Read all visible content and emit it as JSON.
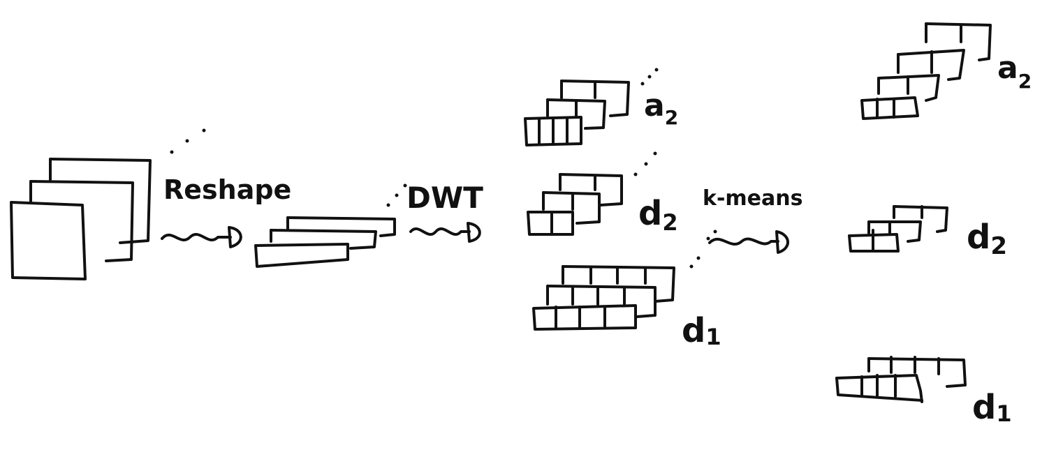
{
  "labels": {
    "reshape": "Reshape",
    "dwt": "DWT",
    "kmeans": "k-means"
  },
  "coeff_labels": [
    {
      "letter": "a",
      "index": "2"
    },
    {
      "letter": "d",
      "index": "2"
    },
    {
      "letter": "d",
      "index": "1"
    }
  ],
  "cluster_labels": [
    {
      "letter": "a",
      "index": "2"
    },
    {
      "letter": "d",
      "index": "2"
    },
    {
      "letter": "d",
      "index": "1"
    }
  ]
}
